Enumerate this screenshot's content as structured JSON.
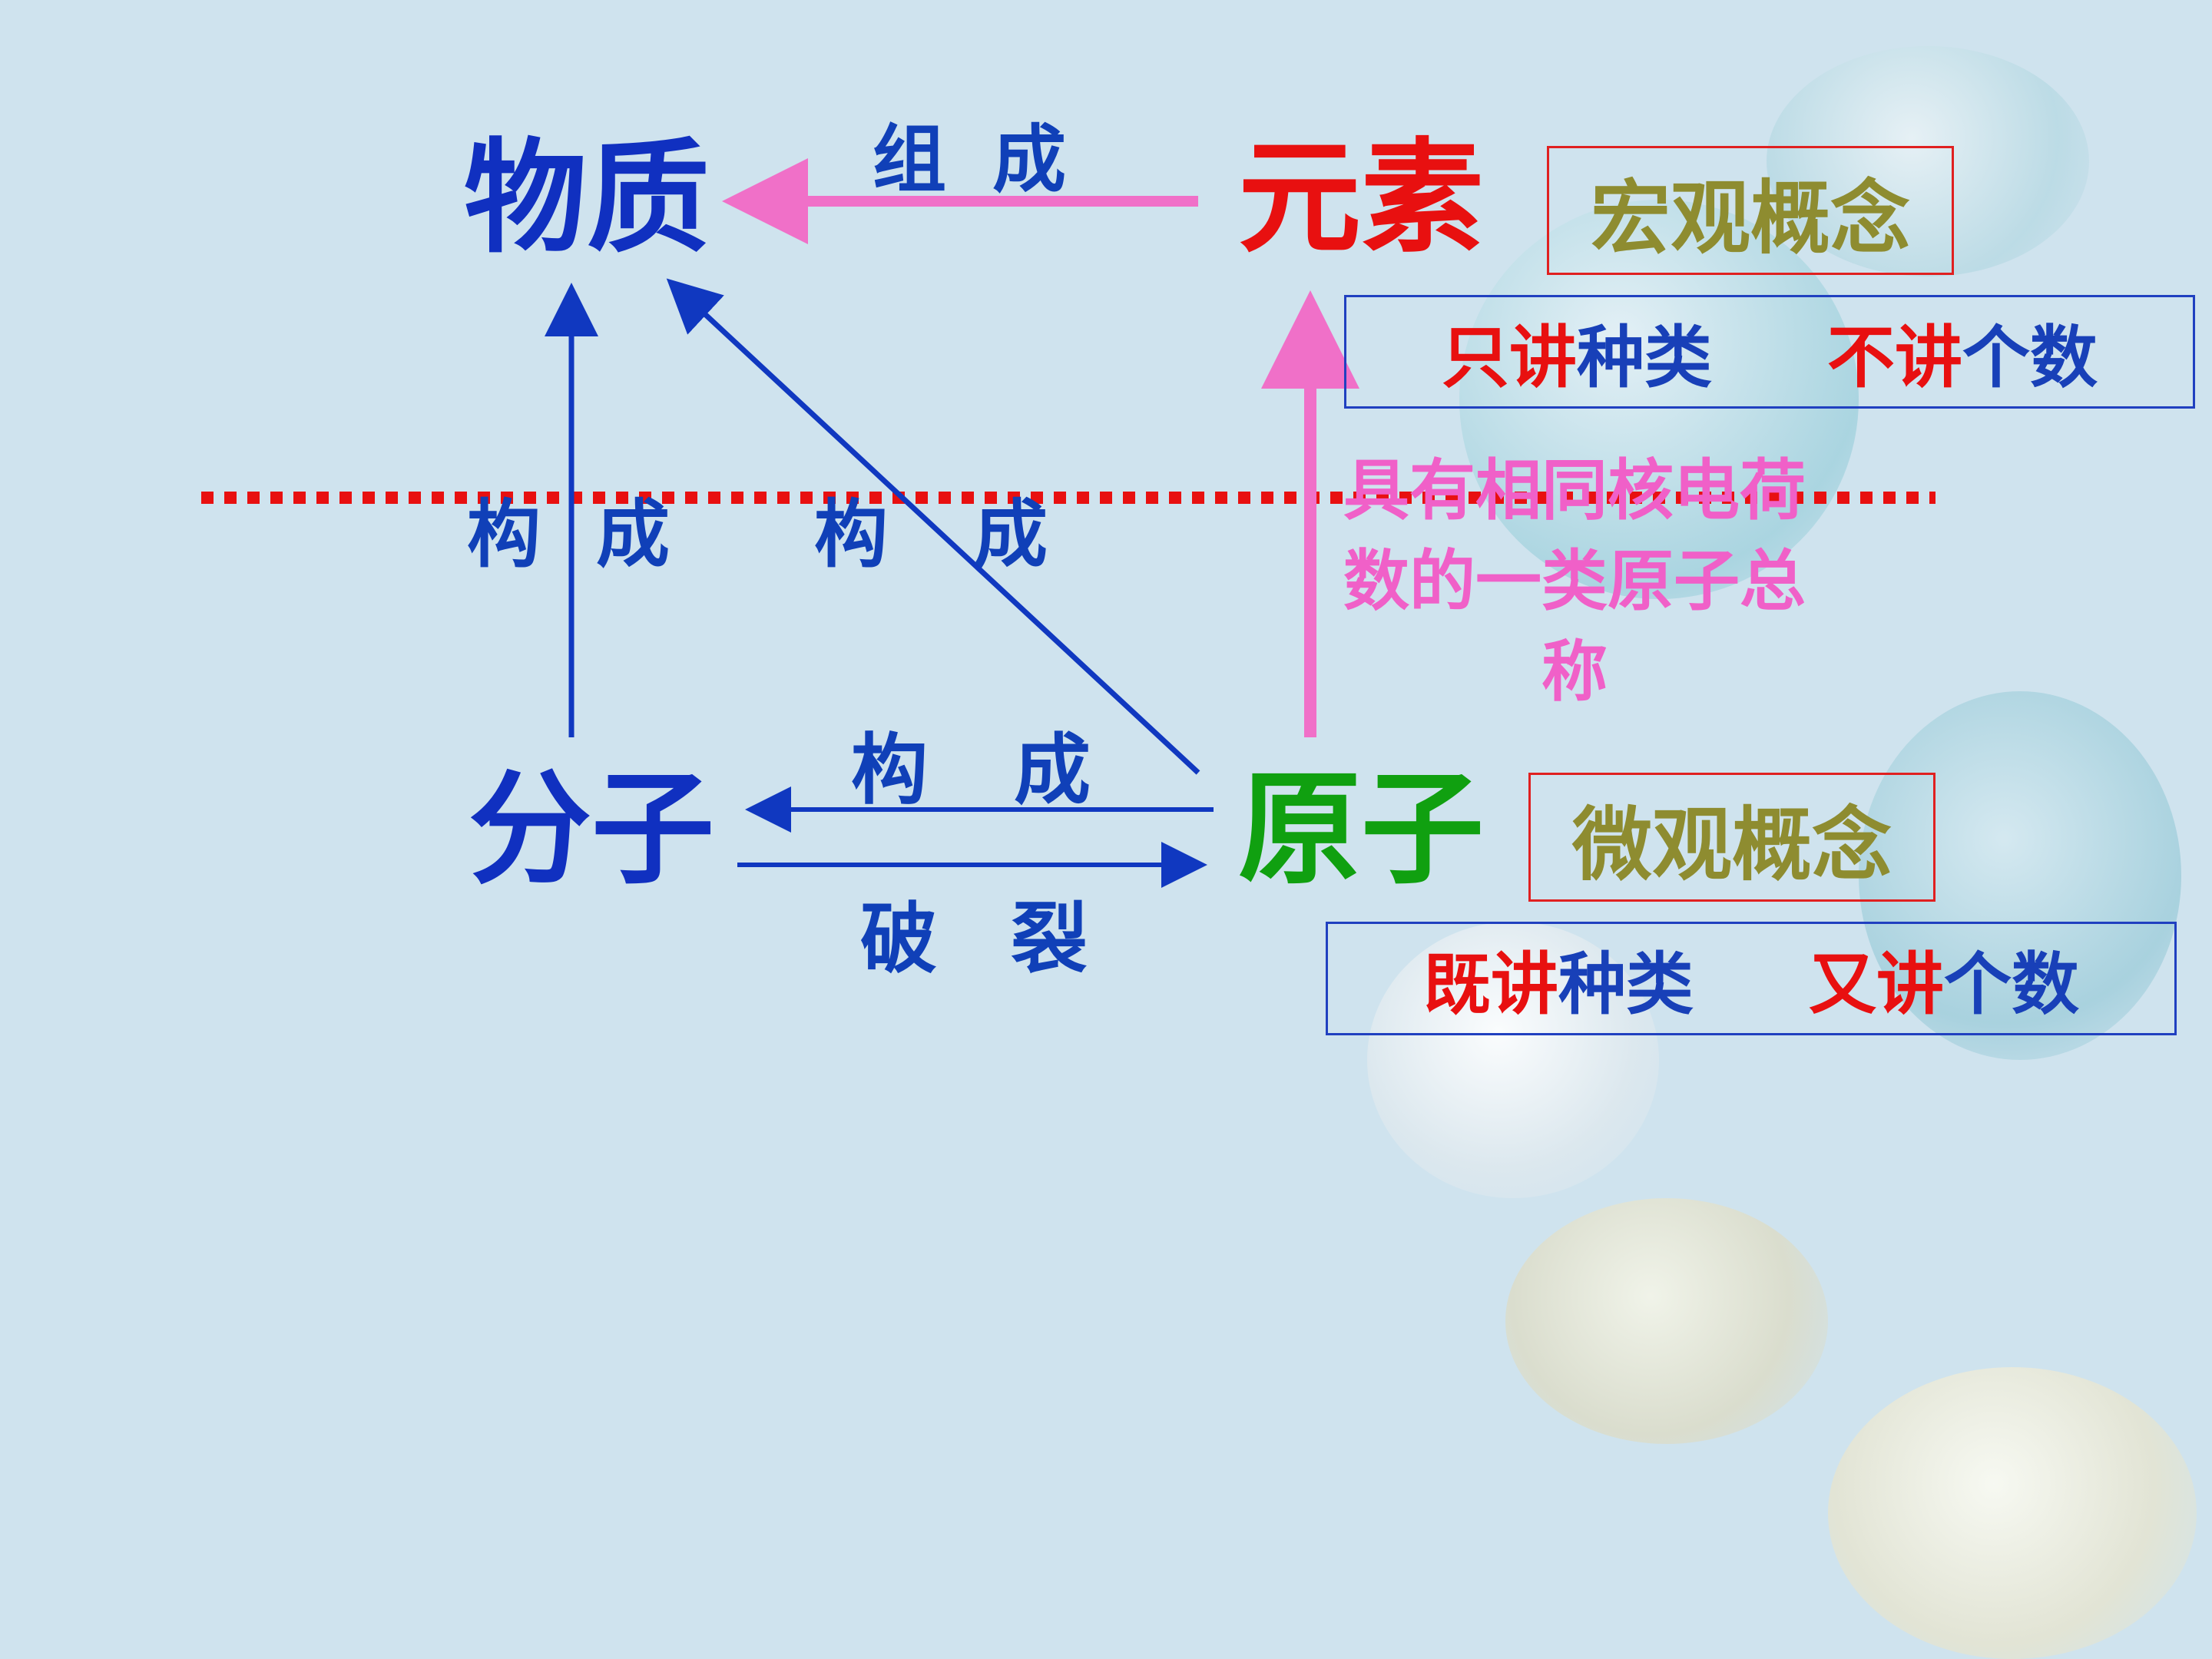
{
  "nodes": {
    "substance": "物质",
    "element": "元素",
    "molecule": "分子",
    "atom": "原子"
  },
  "edge_labels": {
    "element_to_substance": "组成",
    "molecule_to_substance": "构成",
    "atom_to_substance": "构成",
    "atom_to_molecule": "构成",
    "molecule_to_atom": "破裂"
  },
  "element_definition": "具有相同核电荷数的一类原子总称",
  "macro": {
    "label": "宏观概念",
    "note": {
      "part1_red": "只讲",
      "part1_blue": "种类",
      "part2_red": "不讲",
      "part2_blue": "个数"
    }
  },
  "micro": {
    "label": "微观概念",
    "note": {
      "part1_red": "既讲",
      "part1_blue": "种类",
      "part2_red": "又讲",
      "part2_blue": "个数"
    }
  },
  "colors": {
    "node_blue": "#1030c0",
    "element_red": "#e81010",
    "atom_green": "#10a010",
    "arrow_pink": "#f070c8",
    "arrow_blue": "#1038c0",
    "divider_red": "#e81010"
  }
}
